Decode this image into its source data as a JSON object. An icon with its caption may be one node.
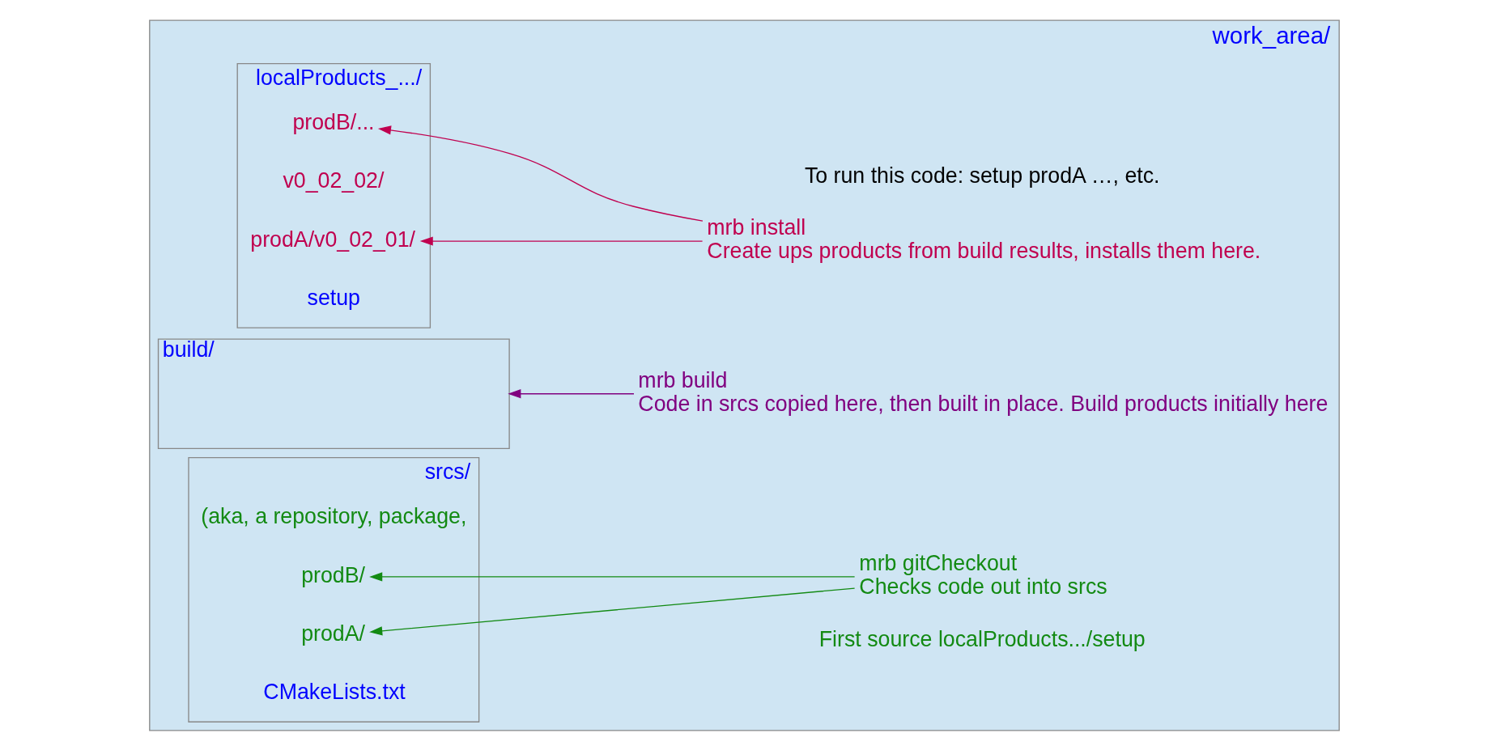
{
  "diagram": {
    "nodes": [
      {
        "text": [
          "work_area/"
        ]
      },
      {
        "text": [
          "srcs/"
        ],
        "in": 0
      },
      {
        "text": [
          "CMakeLists.txt"
        ],
        "in": 1
      },
      {
        "text": [
          "prodA/"
        ],
        "in": 1
      },
      {
        "text": [
          "prodB/"
        ],
        "in": 1
      },
      {
        "text": [
          "build/"
        ],
        "in": 0
      },
      {
        "text": [
          "localProducts_.../"
        ],
        "in": 0
      },
      {
        "text": [
          "setup"
        ],
        "in": 6
      },
      {
        "text": [
          "prodA/v0_02_01/"
        ],
        "in": 6
      },
      {
        "text": [
          "v0_02_02/"
        ],
        "in": 6
      },
      {
        "text": [
          "prodB/..."
        ],
        "in": 6
      },
      {
        "text": [
          "mrb gitCheckout",
          "Checks code out into srcs"
        ],
        "in": 0
      },
      {
        "text": [
          "mrb build",
          "Code in srcs copied here, then built in place. Build products initially here"
        ],
        "in": 0
      },
      {
        "text": [
          "mrb install",
          "Create ups products from build results, installs them here."
        ],
        "in": 0
      }
    ],
    "edges": [
      {
        "from": 11,
        "to": 3,
        "arrow": "to",
        "color": "#138a13"
      },
      {
        "from": 11,
        "to": 4,
        "arrow": "to",
        "color": "#138a13"
      },
      {
        "from": 12,
        "to": 5,
        "arrow": "to",
        "color": "#800080"
      },
      {
        "from": 13,
        "to": 8,
        "arrow": "to",
        "color": "#c0004f"
      },
      {
        "from": 13,
        "to": 10,
        "arrow": "to",
        "color": "#c0004f"
      }
    ],
    "labels": [
      "First source localProducts.../setup",
      "(aka, a repository, package,",
      "To run this code: setup prodA …, etc."
    ]
  }
}
